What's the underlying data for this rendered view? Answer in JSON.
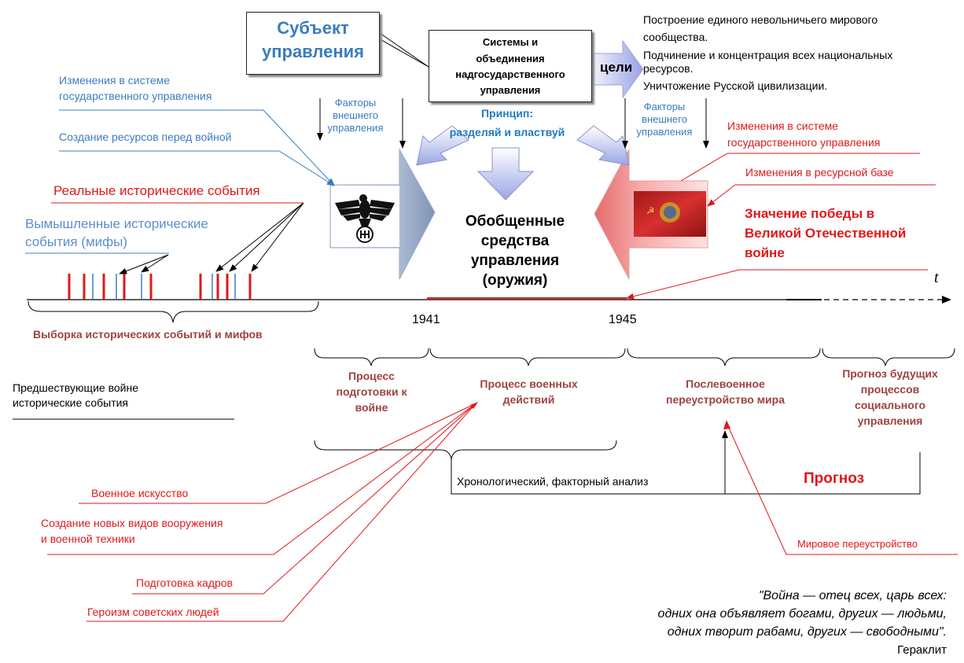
{
  "colors": {
    "blue": "#3a7cc0",
    "red": "#e0181a",
    "brown": "#9c4340",
    "timeline": "#8b3a3a"
  },
  "subject": {
    "line1": "Субъект",
    "line2": "управления"
  },
  "systems": {
    "line1": "Системы и",
    "line2": "объединения",
    "line3": "надгосударственного",
    "line4": "управления"
  },
  "goals": {
    "label": "цели",
    "lines": [
      "Построение единого невольничьего мирового",
      "сообщества.",
      "Подчинение и концентрация всех национальных",
      "ресурсов.",
      "Уничтожение Русской цивилизации."
    ]
  },
  "principle": {
    "line1": "Принцип:",
    "line2": "разделяй и властвуй"
  },
  "external_factors_left": {
    "line1": "Факторы",
    "line2": "внешнего",
    "line3": "управления"
  },
  "external_factors_right": {
    "line1": "Факторы",
    "line2": "внешнего",
    "line3": "управления"
  },
  "left_blue": {
    "gov1": "Изменения в системе",
    "gov2": "государственного управления",
    "resources": "Создание ресурсов перед войной"
  },
  "events": {
    "real": "Реальные исторические события",
    "fake1": "Вымышленные исторические",
    "fake2": "события (мифы)"
  },
  "center": {
    "line1": "Обобщенные",
    "line2": "средства",
    "line3": "управления",
    "line4": "(оружия)"
  },
  "right_red": {
    "gov1": "Изменения в системе",
    "gov2": "государственного управления",
    "resources": "Изменения в ресурсной базе",
    "victory1": "Значение победы в",
    "victory2": "Великой Отечественной",
    "victory3": "войне"
  },
  "timeline": {
    "t_label": "t",
    "year1941": "1941",
    "year1945": "1945",
    "sample": "Выборка исторических событий и мифов"
  },
  "processes": {
    "prep1": "Процесс",
    "prep2": "подготовки к",
    "prep3": "войне",
    "war1": "Процесс военных",
    "war2": "действий",
    "post1": "Послевоенное",
    "post2": "переустройство мира",
    "fc1": "Прогноз будущих",
    "fc2": "процессов",
    "fc3": "социального",
    "fc4": "управления"
  },
  "preceding": {
    "line1": "Предшествующие войне",
    "line2": "исторические события"
  },
  "analysis": {
    "chrono": "Хронологический, факторный анализ",
    "forecast": "Прогноз"
  },
  "war_factors": {
    "art": "Военное искусство",
    "weapons1": "Создание новых видов вооружения",
    "weapons2": "и военной техники",
    "training": "Подготовка кадров",
    "heroism": "Героизм советских людей"
  },
  "world_reorg": "Мировое переустройство",
  "quote": {
    "line1": "\"Война — отец всех, царь всех:",
    "line2": "одних она объявляет богами, других — людьми,",
    "line3": "одних творит рабами, других — свободными\".",
    "author": "Гераклит"
  }
}
